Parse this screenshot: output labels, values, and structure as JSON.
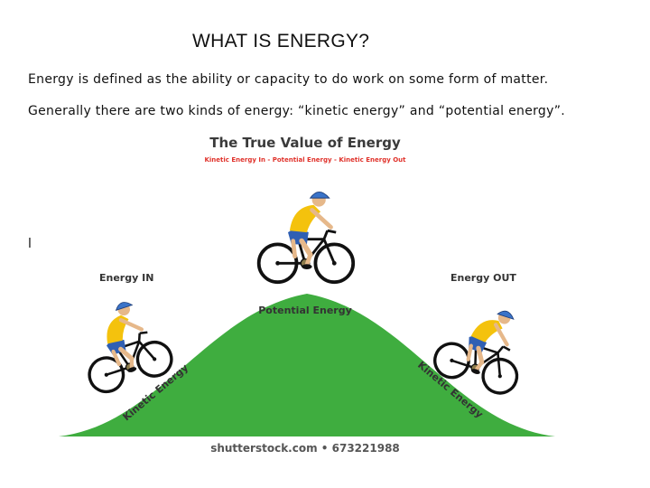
{
  "slide": {
    "title": "WHAT IS ENERGY?",
    "paragraph_1": "Energy is defined as the ability or capacity to do work on some form of matter.",
    "paragraph_2": "Generally there are two kinds of energy: “kinetic energy” and “potential energy”.",
    "stray_mark": "l"
  },
  "figure": {
    "title": "The True Value of Energy",
    "subtitle": "Kinetic Energy In - Potential Energy - Kinetic Energy Out",
    "label_energy_in": "Energy IN",
    "label_energy_out": "Energy OUT",
    "label_potential": "Potential Energy",
    "label_kinetic_left": "Kinetic Energy",
    "label_kinetic_right": "Kinetic Energy",
    "watermark": "shutterstock.com • 673221988",
    "colors": {
      "hill": "#3fad3f",
      "jersey": "#f4c20d",
      "shorts": "#2f5fb3",
      "helmet": "#3a73c8",
      "subtitle": "#e0322b"
    }
  }
}
